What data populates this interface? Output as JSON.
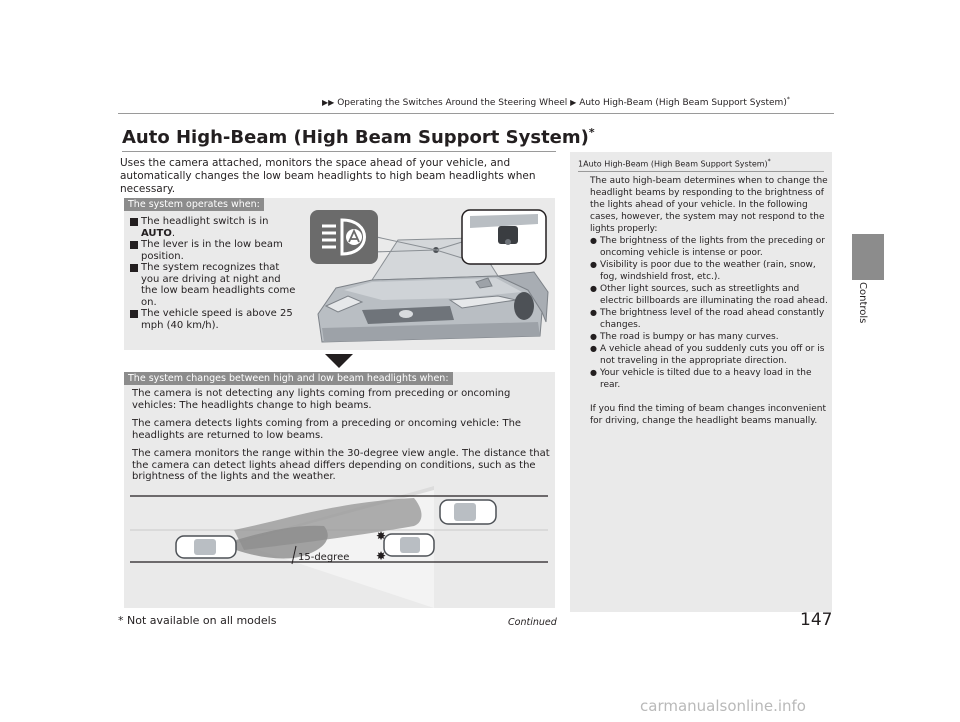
{
  "header": {
    "crumb1": "Operating the Switches Around the Steering Wheel",
    "crumb2": "Auto High-Beam (High Beam Support System)",
    "crumb2_mark": "*"
  },
  "side_tab": {
    "label": "Controls"
  },
  "section": {
    "title": "Auto High-Beam (High Beam Support System)",
    "title_mark": "*",
    "intro": "Uses the camera attached, monitors the space ahead of your vehicle, and automatically changes the low beam headlights to high beam headlights when necessary."
  },
  "operates_box": {
    "heading": "The system operates when:",
    "item1_prefix": "The headlight switch is in",
    "item1_bold": "AUTO",
    "item1_suffix": ".",
    "item2": "The lever is in the low beam position.",
    "item3": "The system recognizes that you are driving at night and the low beam headlights come on.",
    "item4": "The vehicle speed is above 25 mph (40 km/h)."
  },
  "changes_box": {
    "heading": "The system changes between high and low beam headlights when:",
    "para1": "The camera is not detecting any lights coming from preceding or oncoming vehicles: The headlights change to high beams.",
    "para2": "The camera detects lights coming from a preceding or oncoming vehicle: The headlights are returned to low beams.",
    "para3": "The camera monitors the range within the 30-degree view angle. The distance that the camera can detect lights ahead differs depending on conditions, such as the brightness of the lights and the weather.",
    "angle_label": "15-degree"
  },
  "sidebar": {
    "ref": "1",
    "heading": "Auto High-Beam (High Beam Support System)",
    "heading_mark": "*",
    "body": "The auto high-beam determines when to change the headlight beams by responding to the brightness of the lights ahead of your vehicle. In the following cases, however, the system may not respond to the lights properly:",
    "bullets": [
      "The brightness of the lights from the preceding or oncoming vehicle is intense or poor.",
      "Visibility is poor due to the weather (rain, snow, fog, windshield frost, etc.).",
      "Other light sources, such as streetlights and electric billboards are illuminating the road ahead.",
      "The brightness level of the road ahead constantly changes.",
      "The road is bumpy or has many curves.",
      "A vehicle ahead of you suddenly cuts you off or is not traveling in the appropriate direction.",
      "Your vehicle is tilted due to a heavy load in the rear."
    ],
    "closing": "If you find the timing of beam changes inconvenient for driving, change the headlight beams manually."
  },
  "footer": {
    "continued": "Continued",
    "footnote": "* Not available on all models",
    "page_number": "147",
    "watermark": "carmanualsonline.info"
  }
}
